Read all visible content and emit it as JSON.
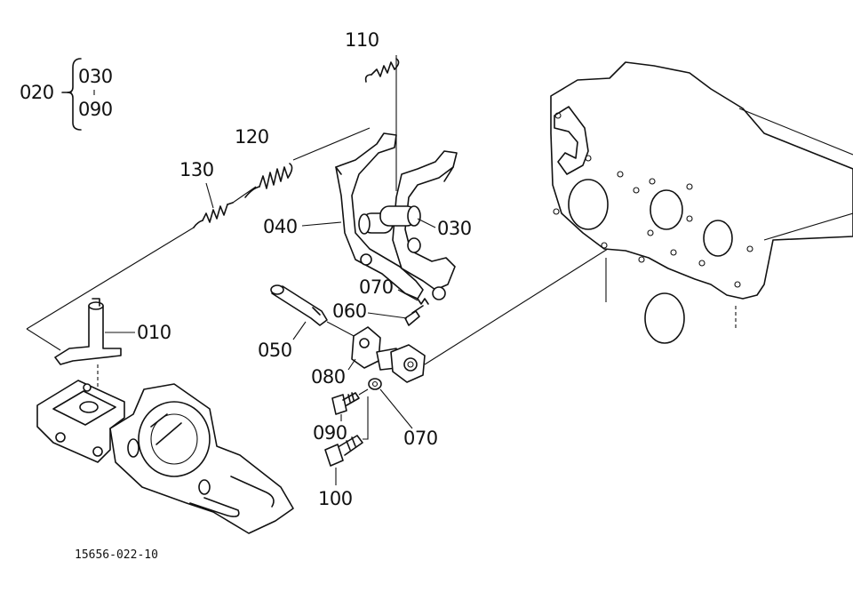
{
  "group": {
    "parent": "020",
    "children": [
      "030",
      "090"
    ]
  },
  "callouts": [
    {
      "id": "110",
      "label": "110"
    },
    {
      "id": "120",
      "label": "120"
    },
    {
      "id": "130",
      "label": "130"
    },
    {
      "id": "040",
      "label": "040"
    },
    {
      "id": "030",
      "label": "030"
    },
    {
      "id": "070a",
      "label": "070"
    },
    {
      "id": "060",
      "label": "060"
    },
    {
      "id": "010",
      "label": "010"
    },
    {
      "id": "050",
      "label": "050"
    },
    {
      "id": "080",
      "label": "080"
    },
    {
      "id": "090",
      "label": "090"
    },
    {
      "id": "070b",
      "label": "070"
    },
    {
      "id": "100",
      "label": "100"
    }
  ],
  "drawing_code": "15656-022-10"
}
